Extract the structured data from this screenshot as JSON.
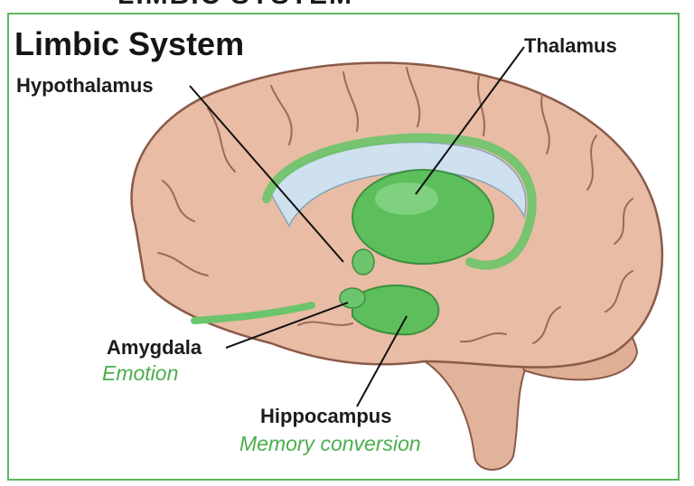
{
  "header_clip": "LIMBIC SYSTEM",
  "title": "Limbic System",
  "labels": {
    "thalamus": "Thalamus",
    "hypothalamus": "Hypothalamus",
    "amygdala": "Amygdala",
    "amygdala_function": "Emotion",
    "hippocampus": "Hippocampus",
    "hippocampus_function": "Memory conversion"
  },
  "colors": {
    "frame": "#5cb85c",
    "accent_text": "#4cae4c",
    "brain": "#e5b79f",
    "limbic": "#5cbf5c"
  }
}
